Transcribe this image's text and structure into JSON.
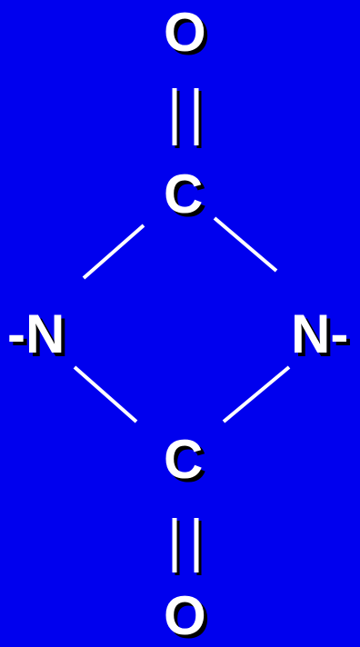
{
  "molecule": {
    "atoms": {
      "o_top": "O",
      "c_top": "C",
      "n_left": "-N",
      "n_right": "N-",
      "c_bottom": "C",
      "o_bottom": "O"
    },
    "bonds": [
      {
        "from": "o_top",
        "to": "c_top",
        "order": 2
      },
      {
        "from": "c_top",
        "to": "n_left",
        "order": 1
      },
      {
        "from": "c_top",
        "to": "n_right",
        "order": 1
      },
      {
        "from": "n_left",
        "to": "c_bottom",
        "order": 1
      },
      {
        "from": "n_right",
        "to": "c_bottom",
        "order": 1
      },
      {
        "from": "c_bottom",
        "to": "o_bottom",
        "order": 2
      }
    ]
  },
  "colors": {
    "background": "#0000ee",
    "foreground": "#ffffff",
    "shadow": "#000000"
  }
}
